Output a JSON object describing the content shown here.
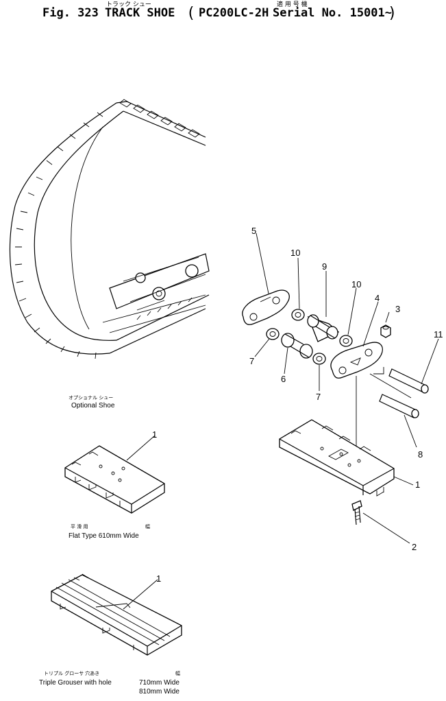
{
  "header": {
    "fig_label": "Fig. 323",
    "title_en": "TRACK SHOE",
    "title_kana": "トラック シュー",
    "model": "PC200LC-2H",
    "serial_label": "Serial No. 15001~",
    "serial_kana": "適 用 号 機",
    "paren_open": "(",
    "paren_close": ")"
  },
  "captions": {
    "optional_kana": "オプショナル シュー",
    "optional_en": "Optional Shoe",
    "flat_kana": "平 滑 用",
    "flat_kana_width": "幅",
    "flat_en": "Flat Type 610mm Wide",
    "triple_kana": "トリプル グローサ 穴あき",
    "triple_kana_width": "幅",
    "triple_en": "Triple Grouser with hole",
    "triple_w1": "710mm Wide",
    "triple_w2": "810mm Wide"
  },
  "callouts": {
    "c1_main": "1",
    "c2": "2",
    "c3": "3",
    "c4": "4",
    "c5": "5",
    "c6": "6",
    "c7a": "7",
    "c7b": "7",
    "c8": "8",
    "c9": "9",
    "c10a": "10",
    "c10b": "10",
    "c11": "11",
    "c1_flat": "1",
    "c1_triple": "1"
  }
}
